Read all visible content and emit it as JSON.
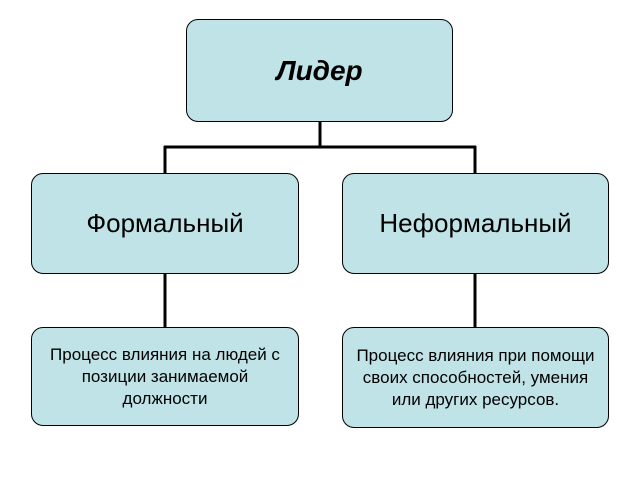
{
  "diagram": {
    "root": {
      "label": "Лидер"
    },
    "branches": [
      {
        "label": "Формальный",
        "description": "Процесс влияния на людей с позиции занимаемой должности"
      },
      {
        "label": "Неформальный",
        "description": "Процесс влияния при помощи своих способностей, умения или других ресурсов."
      }
    ]
  },
  "colors": {
    "box_fill": "#bfe3e6",
    "box_border": "#000000",
    "connector": "#000000",
    "text": "#000000"
  }
}
